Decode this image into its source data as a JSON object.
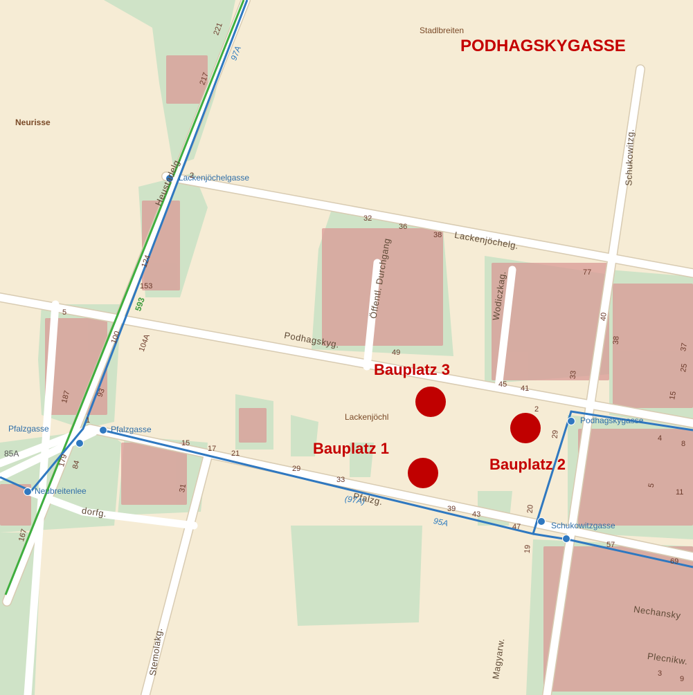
{
  "title": "PODHAGSKYGASSE",
  "areas": {
    "stadlbreiten": "Stadlbreiten",
    "neurisse": "Neurisse",
    "lackenjoechl": "Lackenjöchl"
  },
  "streets": {
    "lackenjoechelg": "Lackenjöchelg.",
    "podhagskyg": "Podhagskyg.",
    "oeffentl_durchgang": "Öffentl. Durchgang",
    "wodiczkag": "Wodiczkag.",
    "schukowitzg": "Schukowitzg.",
    "stemolakg": "Stemolakg.",
    "magyarw": "Magyarw.",
    "plecnikw": "Plecnikw.",
    "nechansky": "Nechansky",
    "pfalzg": "Pfalzg.",
    "dorfg": "dorfg.",
    "heustadelg": "Heustadelg."
  },
  "stops": {
    "lackenjoechelgasse": "Lackenjöchelgasse",
    "pfalzgasse_left": "Pfalzgasse",
    "pfalzgasse": "Pfalzgasse",
    "neubreitenlee": "Neubreitenlee",
    "podhagskygasse": "Podhagskygasse",
    "schukowitzgasse": "Schukowitzgasse"
  },
  "routes": {
    "r97a": "97A",
    "r97a_paren": "(97A)",
    "r95a": "95A",
    "r85a": "85A",
    "r593": "593"
  },
  "house_numbers": {
    "n221": "221",
    "n217": "217",
    "n124": "124",
    "n153": "153",
    "n100": "100",
    "n104a": "104A",
    "n93": "93",
    "n187": "187",
    "n179": "179",
    "n84": "84",
    "n167": "167",
    "n5a": "5",
    "n1": "1",
    "n15": "15",
    "n17": "17",
    "n21": "21",
    "n29": "29",
    "n33": "33",
    "n39": "39",
    "n43": "43",
    "n47": "47",
    "n31": "31",
    "n32": "32",
    "n36": "36",
    "n38": "38",
    "n49": "49",
    "n45": "45",
    "n41": "41",
    "n2": "2",
    "n29b": "29",
    "n20": "20",
    "n19": "19",
    "n77": "77",
    "n40": "40",
    "n38b": "38",
    "n33b": "33",
    "n15b": "15",
    "n25": "25",
    "n37": "37",
    "n4": "4",
    "n8": "8",
    "n5b": "5",
    "n11": "11",
    "n57": "57",
    "n69": "69",
    "n3": "3",
    "n9": "9",
    "n2c": "2"
  },
  "sites": {
    "bauplatz1": "Bauplatz 1",
    "bauplatz2": "Bauplatz 2",
    "bauplatz3": "Bauplatz 3"
  },
  "colors": {
    "background": "#f6ecd5",
    "road": "#ffffff",
    "green": "#cfe3c7",
    "building": "#d99a96",
    "bus_line": "#2f78c0",
    "tram_line": "#3fae3f",
    "marker": "#c00000"
  }
}
